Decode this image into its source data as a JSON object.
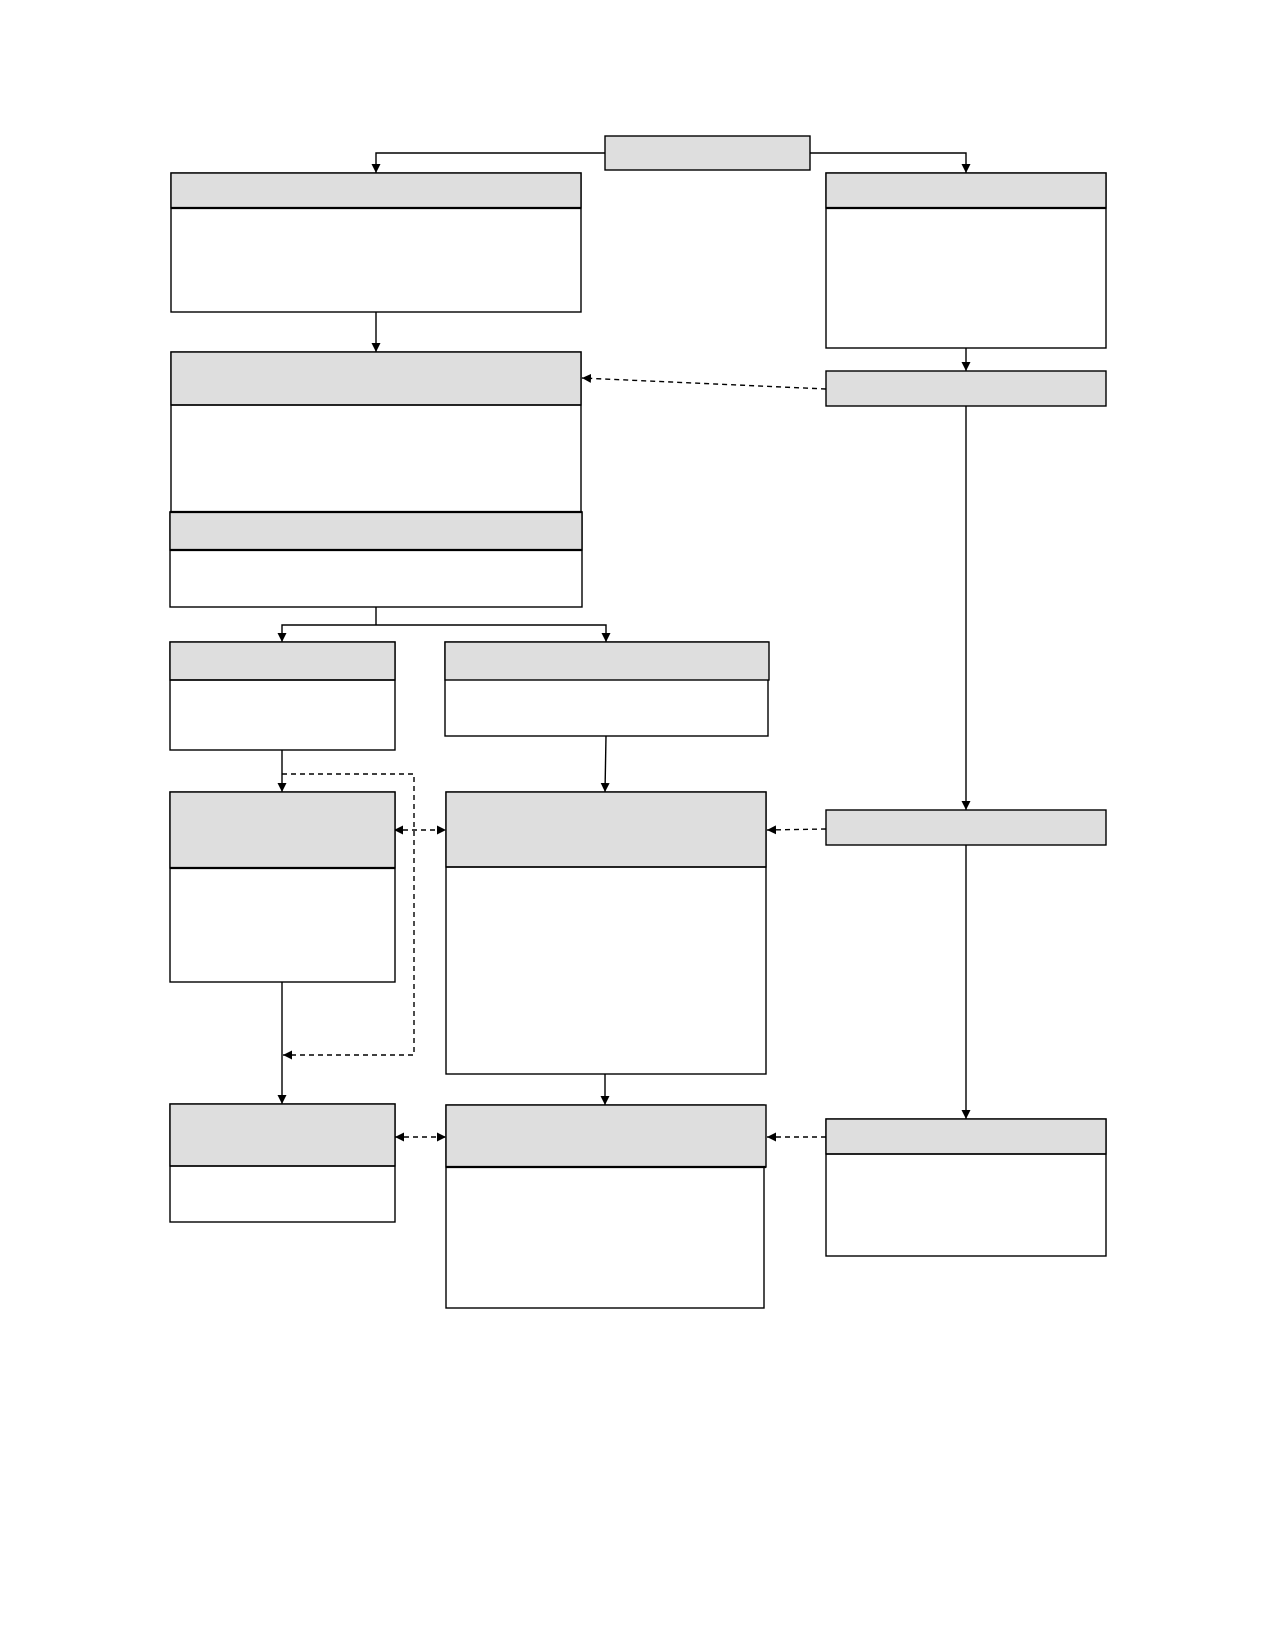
{
  "diagram": {
    "nodes": [
      {
        "id": "top",
        "header": "",
        "body": ""
      },
      {
        "id": "left-1",
        "header": "",
        "body": ""
      },
      {
        "id": "right-1",
        "header": "",
        "body": ""
      },
      {
        "id": "left-2",
        "header": "",
        "body": ""
      },
      {
        "id": "right-2",
        "header": "",
        "body": ""
      },
      {
        "id": "left-3",
        "header": "",
        "body": ""
      },
      {
        "id": "col-a-1",
        "header": "",
        "body": ""
      },
      {
        "id": "col-b-1",
        "header": "",
        "body": ""
      },
      {
        "id": "col-a-2",
        "header": "",
        "body": ""
      },
      {
        "id": "col-b-2",
        "header": "",
        "body": ""
      },
      {
        "id": "right-3",
        "header": "",
        "body": ""
      },
      {
        "id": "col-a-3",
        "header": "",
        "body": ""
      },
      {
        "id": "col-b-3",
        "header": "",
        "body": ""
      },
      {
        "id": "right-4",
        "header": "",
        "body": ""
      }
    ],
    "edges": [
      {
        "from": "top",
        "to": "left-1",
        "style": "solid"
      },
      {
        "from": "top",
        "to": "right-1",
        "style": "solid"
      },
      {
        "from": "left-1",
        "to": "left-2",
        "style": "solid"
      },
      {
        "from": "right-1",
        "to": "right-2",
        "style": "solid"
      },
      {
        "from": "right-2",
        "to": "left-2",
        "style": "dashed"
      },
      {
        "from": "left-3",
        "to": "col-a-1",
        "style": "solid"
      },
      {
        "from": "left-3",
        "to": "col-b-1",
        "style": "solid"
      },
      {
        "from": "col-a-1",
        "to": "col-a-2",
        "style": "solid"
      },
      {
        "from": "col-b-1",
        "to": "col-b-2",
        "style": "solid"
      },
      {
        "from": "col-a-2",
        "to": "col-b-2",
        "style": "dashed-bidirectional"
      },
      {
        "from": "col-a-1",
        "to": "col-a-3",
        "style": "dashed"
      },
      {
        "from": "right-2",
        "to": "right-3",
        "style": "solid"
      },
      {
        "from": "right-3",
        "to": "col-b-2",
        "style": "dashed"
      },
      {
        "from": "col-a-2",
        "to": "col-a-3",
        "style": "solid"
      },
      {
        "from": "col-b-2",
        "to": "col-b-3",
        "style": "solid"
      },
      {
        "from": "right-3",
        "to": "right-4",
        "style": "solid"
      },
      {
        "from": "col-a-3",
        "to": "col-b-3",
        "style": "dashed-bidirectional"
      },
      {
        "from": "right-4",
        "to": "col-b-3",
        "style": "dashed"
      }
    ]
  }
}
